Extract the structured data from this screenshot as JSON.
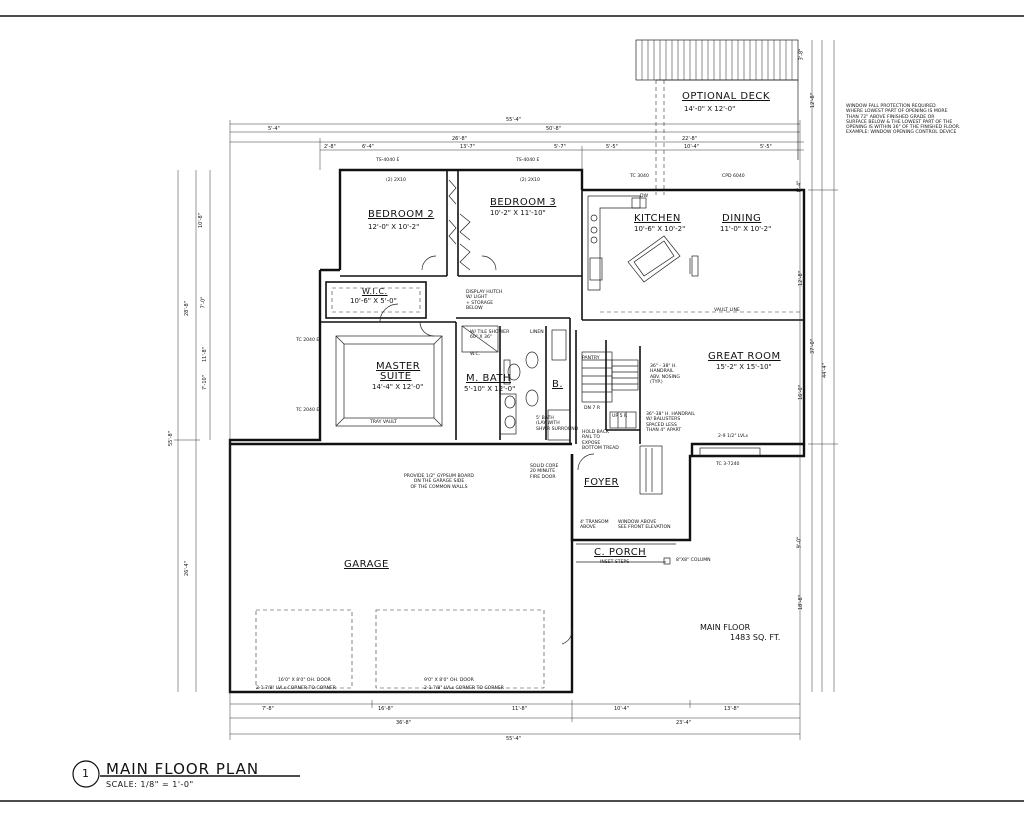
{
  "drawing": {
    "title": "MAIN FLOOR PLAN",
    "scale": "SCALE: 1/8\" = 1'-0\"",
    "view_number": "1",
    "floor_label": "MAIN FLOOR",
    "area": "1483 SQ. FT."
  },
  "rooms": {
    "optional_deck": {
      "name": "OPTIONAL DECK",
      "size": "14'-0\" X 12'-0\""
    },
    "bedroom2": {
      "name": "BEDROOM 2",
      "size": "12'-0\" X 10'-2\""
    },
    "bedroom3": {
      "name": "BEDROOM 3",
      "size": "10'-2\" X 11'-10\""
    },
    "kitchen": {
      "name": "KITCHEN",
      "size": "10'-6\" X 10'-2\""
    },
    "dining": {
      "name": "DINING",
      "size": "11'-0\" X 10'-2\""
    },
    "wic": {
      "name": "W.I.C.",
      "size": "10'-6\" X 5'-0\""
    },
    "master": {
      "name": "MASTER",
      "name2": "SUITE",
      "size": "14'-4\" X 12'-0\""
    },
    "mbath": {
      "name": "M. BATH",
      "size": "5'-10\" X 12'-0\""
    },
    "bath": {
      "name": "B."
    },
    "great_room": {
      "name": "GREAT ROOM",
      "size": "15'-2\" X 15'-10\""
    },
    "foyer": {
      "name": "FOYER"
    },
    "porch": {
      "name": "C. PORCH"
    },
    "garage": {
      "name": "GARAGE"
    }
  },
  "notes": {
    "window_fall": [
      "WINDOW FALL PROTECTION REQUIRED",
      "WHERE LOWEST PART OF OPENING IS MORE",
      "THAN 72\" ABOVE FINISHED GRADE OR",
      "SURFACE BELOW & THE LOWEST PART OF THE",
      "OPENING IS WITHIN 36\" OF THE FINISHED FLOOR.",
      "EXAMPLE: WINDOW OPENING CONTROL DEVICE"
    ],
    "gypsum": [
      "PROVIDE 1/2\" GYPSUM BOARD",
      "ON THE GARAGE SIDE",
      "OF THE COMMON WALLS"
    ],
    "fire_door": [
      "SOLID CORE",
      "20 MINUTE",
      "FIRE DOOR"
    ],
    "display_hutch": [
      "DISPLAY HUTCH",
      "W/ LIGHT",
      "+ STORAGE",
      "BELOW"
    ],
    "tile_shower": [
      "W/ TILE SHOWER",
      "60\" X 36\""
    ],
    "linen": "LINEN",
    "wc": "W.C.",
    "pantry": "PANTRY",
    "tray_vault": "TRAY VAULT",
    "vault_line": "VAULT LINE",
    "handrail": [
      "36\" - 38\" H.",
      "HANDRAIL",
      "ABV. NOSING",
      "(TYP.)"
    ],
    "handrail2": [
      "36\"-38\" H. HANDRAIL",
      "W/ BALUSTERS",
      "SPACED LESS",
      "THAN 4\" APART"
    ],
    "bath_note": [
      "5' BATH",
      "(LAY WITH",
      "SHWR SURROUND"
    ],
    "hold_back": [
      "HOLD BACK",
      "RAIL TO",
      "EXPOSE",
      "BOTTOM TREAD"
    ],
    "transom": [
      "4' TRANSOM",
      "ABOVE"
    ],
    "window_above": [
      "WINDOW ABOVE",
      "SEE FRONT ELEVATION"
    ],
    "inset_steps": "INSET STEPS",
    "column": "8\"X8\" COLUMN",
    "door1": "16'0\" X 8'0\" OH. DOOR",
    "door2": "9'0\" X 8'0\" OH. DOOR",
    "lvl1": "2-1 7/8\" LVLs CORNER TO CORNER",
    "lvl2": "2-1 7/8\" LVLs CORNER TO CORNER",
    "lvl3": "2-9 1/2\" LVLs",
    "window_tags": [
      "TS-4040 E",
      "TS-4040 E",
      "CPD 6040",
      "TC 3040",
      "TC 3-7240",
      "TC 2040 E",
      "TC 2040 E"
    ],
    "closet_tags": [
      "(2) 2X10",
      "(2) 2X10"
    ],
    "dw": "DW",
    "up": "UP 5 R",
    "dn": "DN 7 R"
  },
  "dimensions": {
    "top_overall": "55'-4\"",
    "top_sub": "50'-8\"",
    "top_left": "5'-4\"",
    "top_mid": "26'-8\"",
    "top_right": "22'-8\"",
    "top_row": [
      "2'-8\"",
      "6'-4\"",
      "13'-7\"",
      "5'-7\"",
      "5'-5\"",
      "10'-4\"",
      "5'-5\""
    ],
    "bottom_row": [
      "7'-8\"",
      "16'-8\"",
      "11'-8\"",
      "10'-4\"",
      "13'-8\""
    ],
    "bottom_sub": [
      "36'-8\"",
      "23'-4\""
    ],
    "bottom_overall": "55'-4\"",
    "left_overall": "55'-8\"",
    "left_upper": "28'-8\"",
    "left_lower": "26'-4\"",
    "left_rows": [
      "10'-8\"",
      "7'-0\"",
      "11'-8\"",
      "7'-10\""
    ],
    "right_overall": "44'-4\"",
    "right_sub": "37'-0\"",
    "right_rows": [
      "8'-4\"",
      "12'-8\"",
      "16'-0\"",
      "9'-0\"",
      "18'-8\""
    ],
    "deck_rows": [
      "3'-8\"",
      "12'-8\""
    ]
  }
}
